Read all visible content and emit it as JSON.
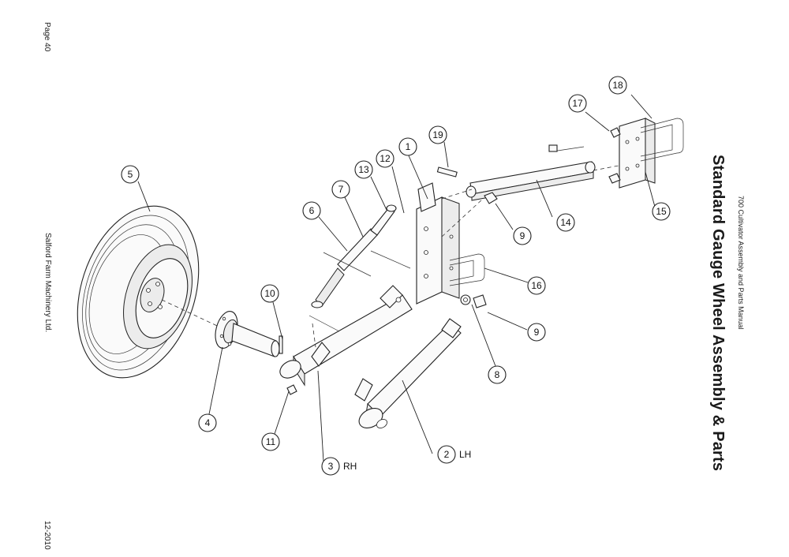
{
  "page": {
    "page_number": "Page 40",
    "publisher": "Salford Farm Machinery Ltd.",
    "date_code": "12-2010",
    "manual_title": "700 Cultivator Assembly and Parts Manual",
    "main_title": "Standard Gauge Wheel Assembly & Parts"
  },
  "callouts": [
    {
      "id": "c1",
      "label": "1"
    },
    {
      "id": "c2",
      "label": "2",
      "suffix": "LH"
    },
    {
      "id": "c3",
      "label": "3",
      "suffix": "RH"
    },
    {
      "id": "c4",
      "label": "4"
    },
    {
      "id": "c5",
      "label": "5"
    },
    {
      "id": "c6",
      "label": "6"
    },
    {
      "id": "c7",
      "label": "7"
    },
    {
      "id": "c8",
      "label": "8"
    },
    {
      "id": "c9a",
      "label": "9"
    },
    {
      "id": "c9b",
      "label": "9"
    },
    {
      "id": "c10",
      "label": "10"
    },
    {
      "id": "c11",
      "label": "11"
    },
    {
      "id": "c12",
      "label": "12"
    },
    {
      "id": "c13",
      "label": "13"
    },
    {
      "id": "c14",
      "label": "14"
    },
    {
      "id": "c15",
      "label": "15"
    },
    {
      "id": "c16",
      "label": "16"
    },
    {
      "id": "c17",
      "label": "17"
    },
    {
      "id": "c18",
      "label": "18"
    },
    {
      "id": "c19",
      "label": "19"
    }
  ]
}
